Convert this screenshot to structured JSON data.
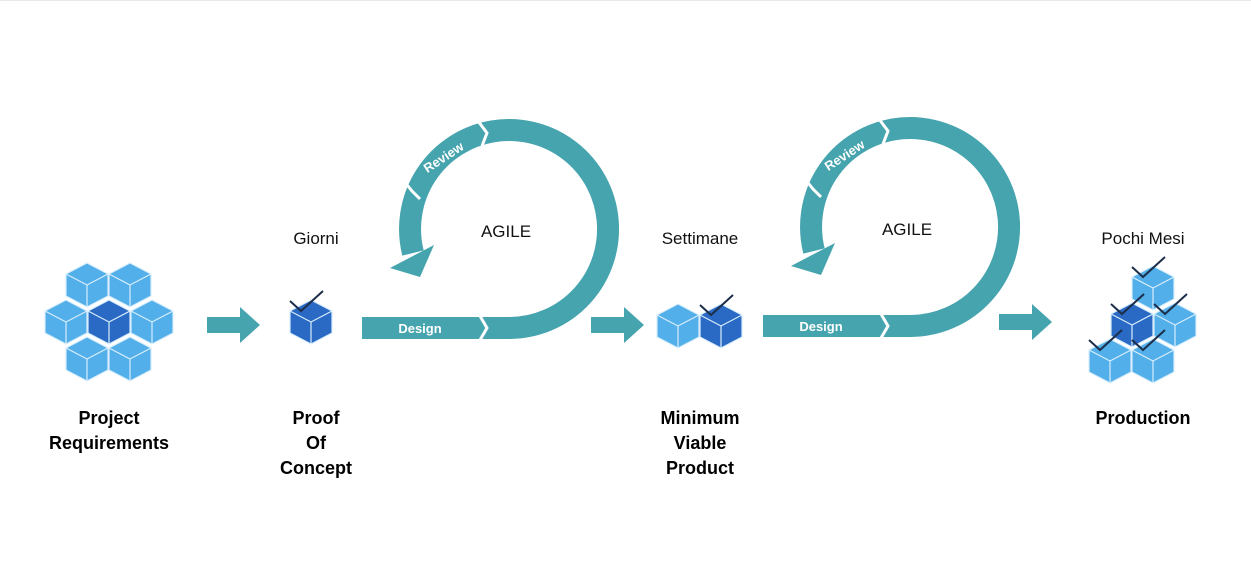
{
  "colors": {
    "teal": "#46A4AE",
    "light_cube": "#52AFEA",
    "dark_cube": "#2A69C4",
    "check": "#1C2E4A"
  },
  "stages": [
    {
      "name": [
        "Project",
        "Requirements"
      ]
    },
    {
      "duration": "Giorni",
      "name": [
        "Proof",
        "Of",
        "Concept"
      ]
    },
    {
      "duration": "Settimane",
      "name": [
        "Minimum",
        "Viable",
        "Product"
      ]
    },
    {
      "duration": "Pochi Mesi",
      "name": [
        "Production"
      ]
    }
  ],
  "loops": [
    {
      "title": "AGILE",
      "design": "Design",
      "review": "Review"
    },
    {
      "title": "AGILE",
      "design": "Design",
      "review": "Review"
    }
  ]
}
